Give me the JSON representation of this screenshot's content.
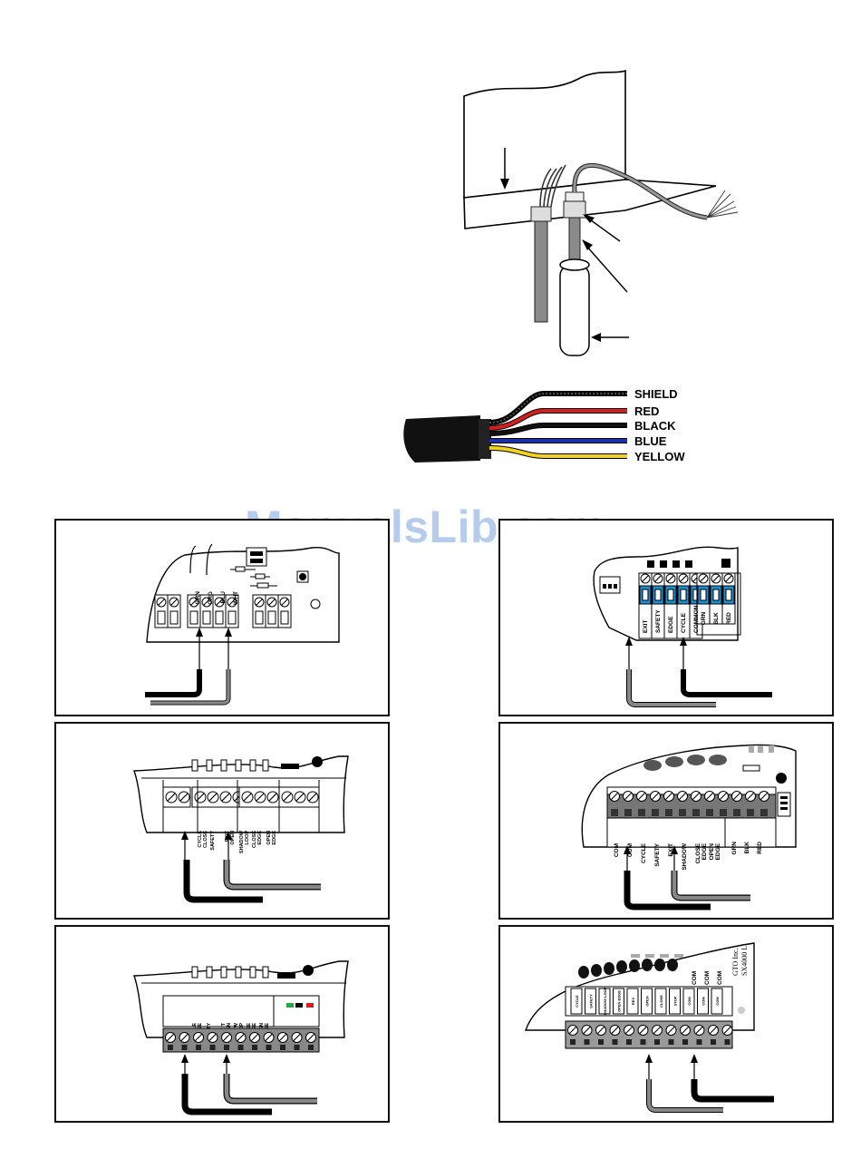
{
  "watermark": "ManualsLib.com",
  "cable_wires": [
    {
      "label": "SHIELD",
      "color": "#555555"
    },
    {
      "label": "RED",
      "color": "#d21f1f"
    },
    {
      "label": "BLACK",
      "color": "#111111"
    },
    {
      "label": "BLUE",
      "color": "#1b2fa8"
    },
    {
      "label": "YELLOW",
      "color": "#f2d21a"
    }
  ],
  "panel_a": {
    "wire_labels": [
      "GRN",
      "ORG",
      "BLU",
      "WHT"
    ]
  },
  "panel_b": {
    "terminals": [
      "EXIT",
      "SAFETY",
      "EDGE",
      "CYCLE",
      "COMMON"
    ],
    "right_terminals": [
      "GRN",
      "BLK",
      "RED"
    ]
  },
  "panel_c": {
    "terminals": [
      "CYCLE CLOSE",
      "SAFETY",
      "EXIT OPEN",
      "SHADOW LOOP",
      "CLOSE EDGE",
      "OPEN EDGE"
    ]
  },
  "panel_d": {
    "terminals": [
      "COM",
      "COM",
      "CYCLE",
      "SAFETY",
      "EXIT",
      "SHADOW",
      "CLOSE EDGE",
      "OPEN EDGE"
    ],
    "right_terminals": [
      "GRN",
      "BLK",
      "RED"
    ]
  },
  "panel_e": {
    "terminals": [
      "CYCLE CLOSE",
      "SAFETY",
      "EXIT OPEN",
      "SHADOW LOOP",
      "CLOSE EDGE",
      "OPEN EDGE"
    ]
  },
  "panel_f": {
    "terminals": [
      "CYCLE",
      "SAFETY",
      "SHADOW LOOP",
      "OPEN EDGE",
      "REV",
      "OPEN",
      "CLOSE",
      "STOP",
      "COM",
      "COM",
      "COM"
    ],
    "vertical_labels": [
      "COM",
      "COM",
      "COM"
    ],
    "brand": "GTO Inc.",
    "model": "SX4000 L"
  }
}
